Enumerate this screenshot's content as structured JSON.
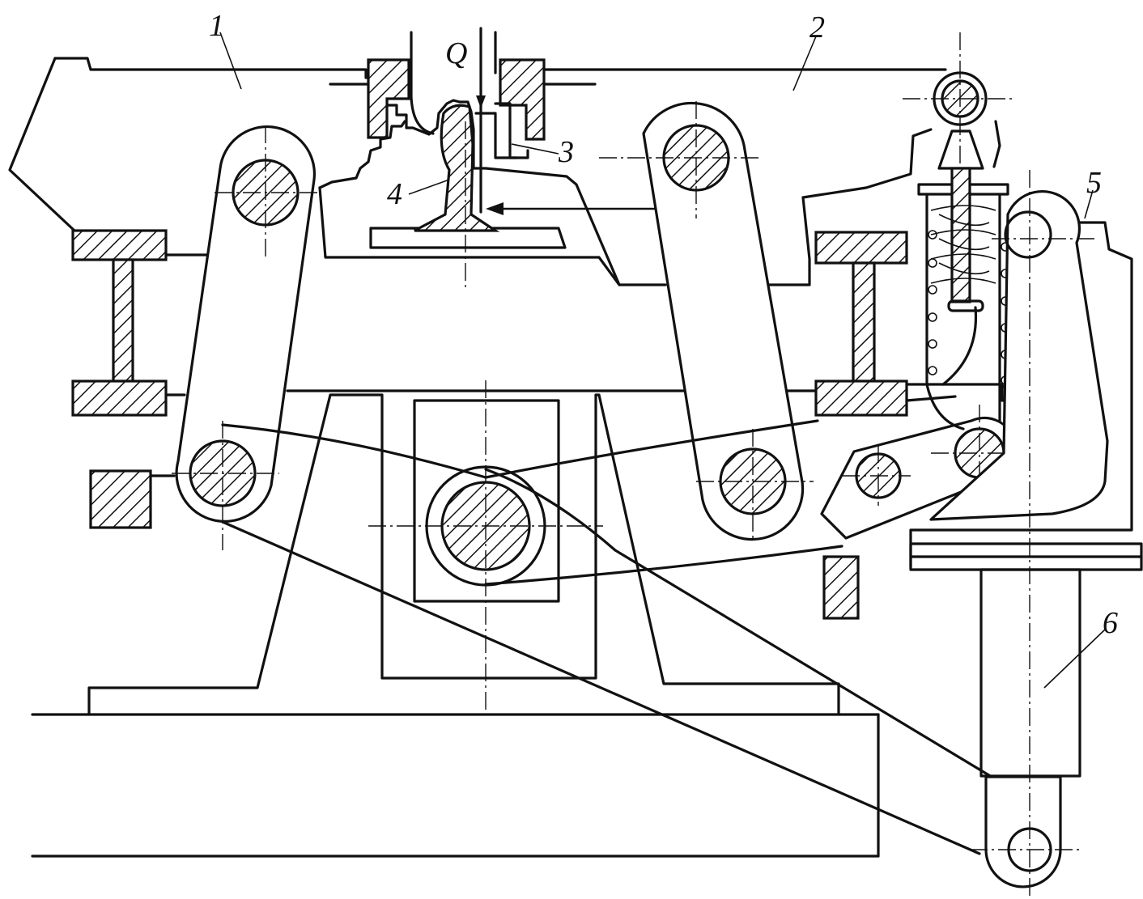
{
  "diagram": {
    "labels": {
      "part1": "1",
      "part2": "2",
      "part3": "3",
      "part4": "4",
      "part5": "5",
      "part6": "6",
      "force": "Q"
    },
    "colors": {
      "line": "#111111",
      "background": "#ffffff"
    }
  }
}
